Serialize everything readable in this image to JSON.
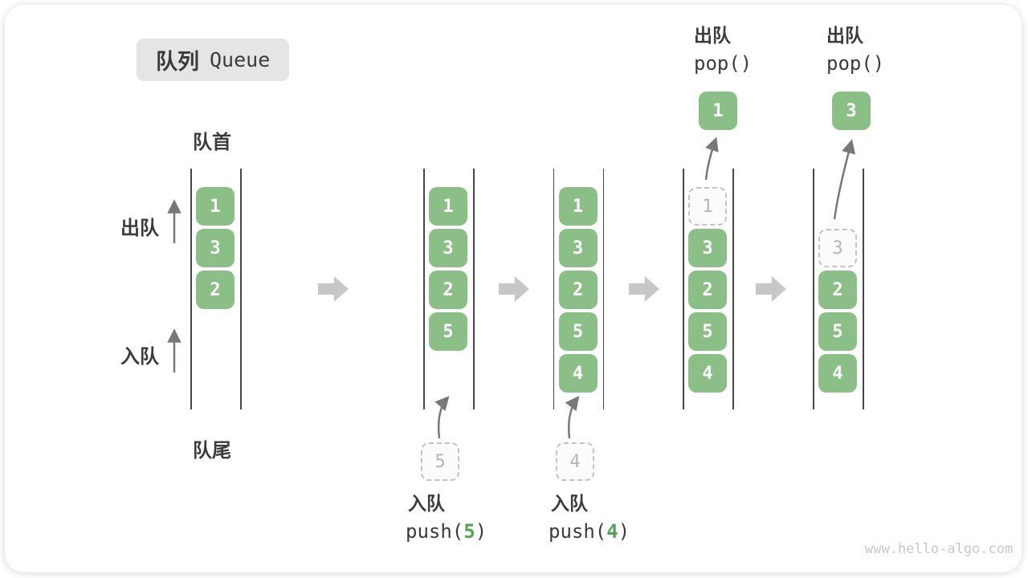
{
  "meta": {
    "watermark": "www.hello-algo.com"
  },
  "title": {
    "zh": "队列",
    "en": "Queue"
  },
  "side_labels": {
    "front": "队首",
    "rear": "队尾",
    "dequeue": "出队",
    "enqueue": "入队"
  },
  "ops": {
    "dequeue_zh": "出队",
    "pop_code": "pop()",
    "enqueue_zh": "入队",
    "push_prefix": "push(",
    "push_suffix": ")"
  },
  "colors": {
    "green": "#8cbe87",
    "green_arg": "#55a155",
    "ink": "#3b3b3b",
    "line": "#474747",
    "arrow_thin": "#787878",
    "arrow_block": "#c7c7c7",
    "dashed_border": "#c3c3c3",
    "dashed_fill": "#fbfbfb",
    "dashed_text": "#b5b5b5",
    "title_bg": "#e5e5e5",
    "watermark": "#c8c8c8"
  },
  "states": [
    {
      "cells": [
        {
          "slot": 1,
          "value": "1"
        },
        {
          "slot": 2,
          "value": "3"
        },
        {
          "slot": 3,
          "value": "2"
        }
      ]
    },
    {
      "cells": [
        {
          "slot": 1,
          "value": "1"
        },
        {
          "slot": 2,
          "value": "3"
        },
        {
          "slot": 3,
          "value": "2"
        },
        {
          "slot": 4,
          "value": "5"
        }
      ],
      "incoming": "5"
    },
    {
      "cells": [
        {
          "slot": 1,
          "value": "1"
        },
        {
          "slot": 2,
          "value": "3"
        },
        {
          "slot": 3,
          "value": "2"
        },
        {
          "slot": 4,
          "value": "5"
        },
        {
          "slot": 5,
          "value": "4"
        }
      ],
      "incoming": "4"
    },
    {
      "cells": [
        {
          "slot": 1,
          "value": "1",
          "dashed": true
        },
        {
          "slot": 2,
          "value": "3"
        },
        {
          "slot": 3,
          "value": "2"
        },
        {
          "slot": 4,
          "value": "5"
        },
        {
          "slot": 5,
          "value": "4"
        }
      ],
      "popped": "1"
    },
    {
      "cells": [
        {
          "slot": 2,
          "value": "3",
          "dashed": true
        },
        {
          "slot": 3,
          "value": "2"
        },
        {
          "slot": 4,
          "value": "5"
        },
        {
          "slot": 5,
          "value": "4"
        }
      ],
      "popped": "3"
    }
  ]
}
